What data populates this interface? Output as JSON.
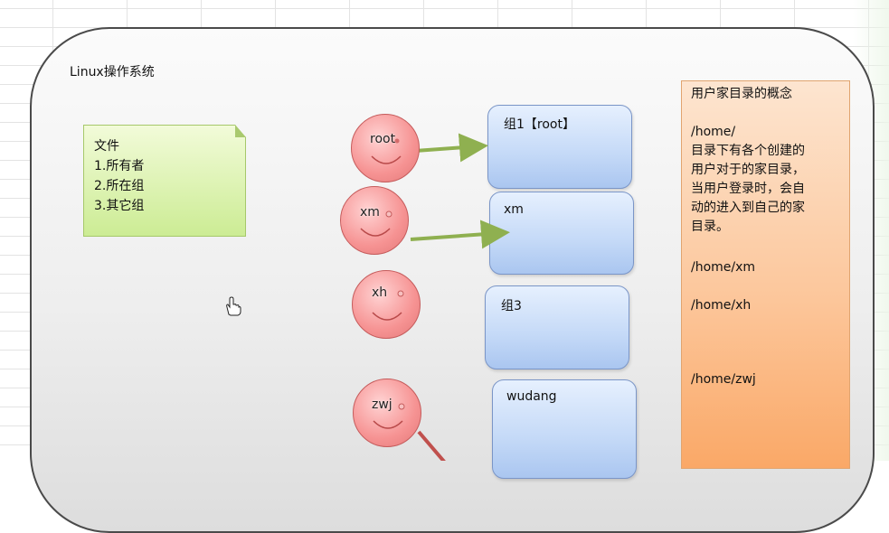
{
  "diagram": {
    "os_title": "Linux操作系统",
    "note": {
      "lines": [
        "文件",
        "1.所有者",
        "2.所在组",
        "3.其它组"
      ]
    },
    "users": [
      {
        "name": "root"
      },
      {
        "name": "xm"
      },
      {
        "name": "xh"
      },
      {
        "name": "zwj"
      }
    ],
    "groups": [
      {
        "label": "组1【root】"
      },
      {
        "label": "xm"
      },
      {
        "label": "组3"
      },
      {
        "label": "wudang"
      }
    ],
    "home_panel": {
      "lines": [
        "用户家目录的概念",
        "",
        "/home/",
        "目录下有各个创建的",
        "用户对于的家目录，",
        "当用户登录时，会自",
        "动的进入到自己的家",
        "目录。",
        "",
        "/home/xm",
        "",
        "/home/xh",
        "",
        "",
        "",
        "/home/zwj"
      ]
    },
    "colors": {
      "arrow_green": "#8fb050",
      "arrow_red": "#c0504d",
      "face_fill": "#f69393",
      "group_fill": "#c4d9f7",
      "home_fill": "#fcc79c",
      "note_fill": "#ccec94"
    },
    "icons": {
      "cursor": "hand-cursor-icon"
    }
  }
}
